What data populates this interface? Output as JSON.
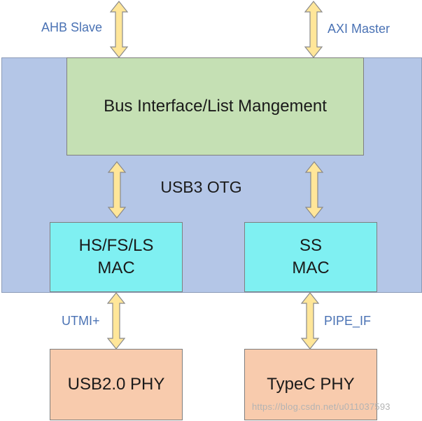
{
  "diagram": {
    "bus_interface": "Bus Interface/List Mangement",
    "otg_label": "USB3 OTG",
    "hs_mac": {
      "line1": "HS/FS/LS",
      "line2": "MAC"
    },
    "ss_mac": {
      "line1": "SS",
      "line2": "MAC"
    },
    "usb2_phy": "USB2.0 PHY",
    "typec_phy": "TypeC PHY",
    "labels": {
      "ahb_slave": "AHB Slave",
      "axi_master": "AXI Master",
      "utmi": "UTMI+",
      "pipe_if": "PIPE_IF"
    },
    "watermark": "https://blog.csdn.net/u011037593"
  },
  "colors": {
    "otg_fill": "#b4c6e7",
    "bus_fill": "#c5e0b4",
    "mac_fill": "#7ff0f2",
    "phy_fill": "#f8cbad",
    "arrow_fill": "#ffe699",
    "label_text": "#4a72b4"
  }
}
